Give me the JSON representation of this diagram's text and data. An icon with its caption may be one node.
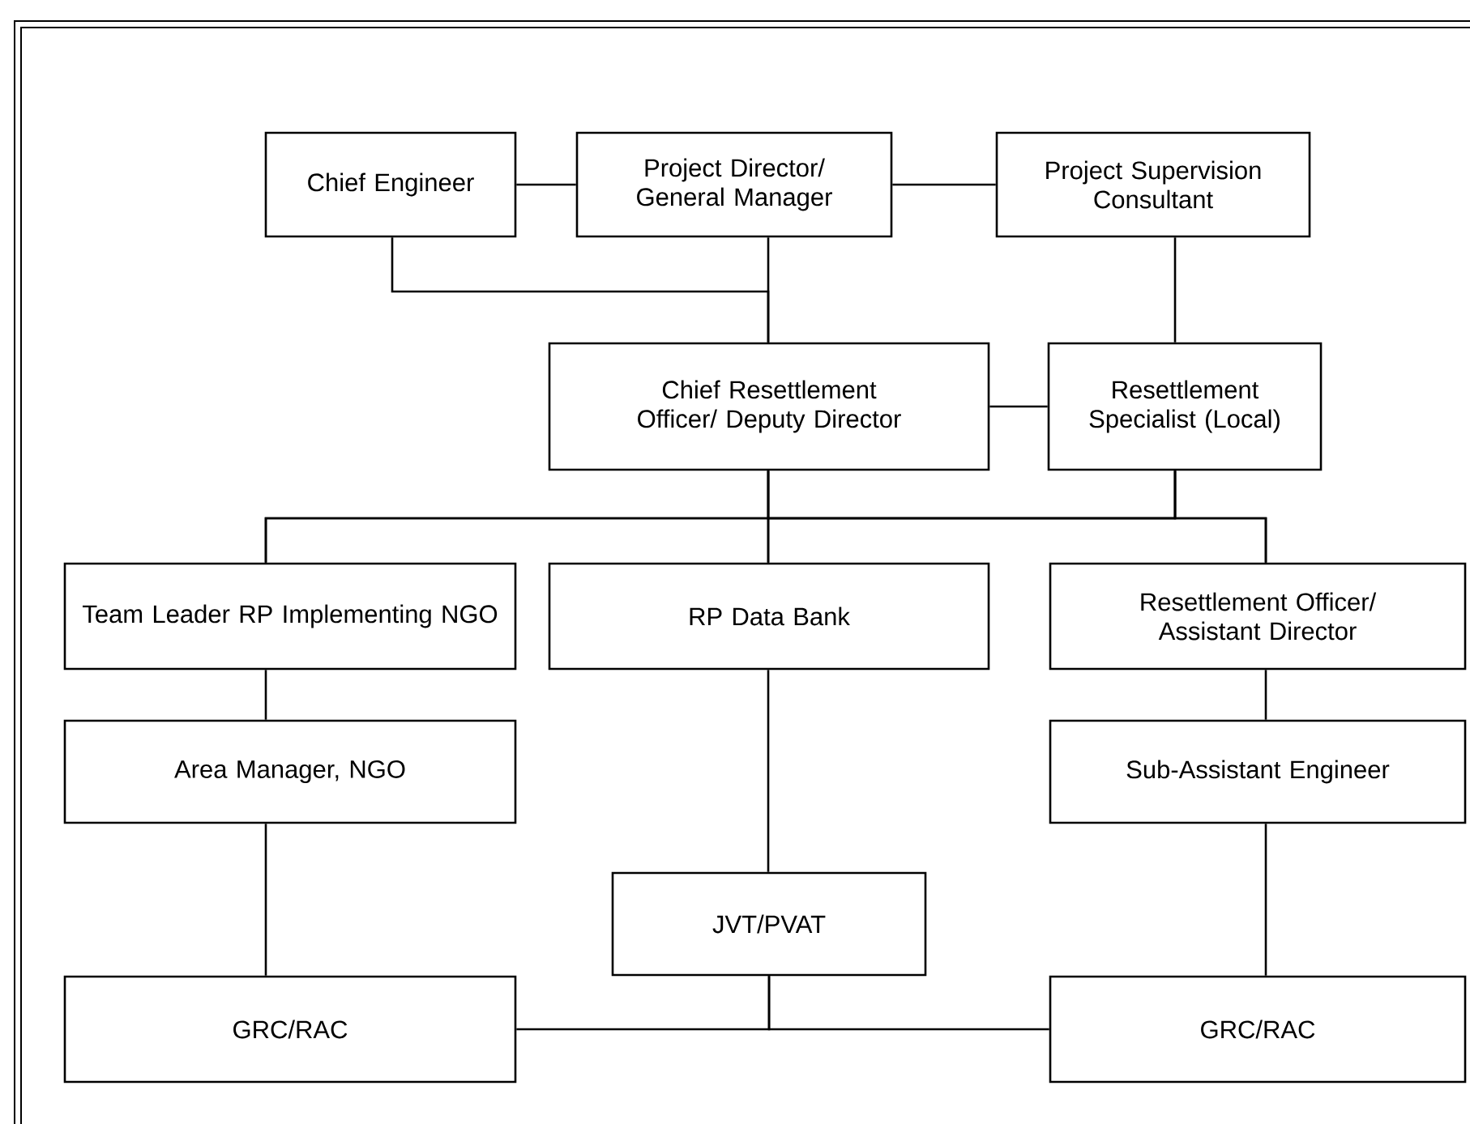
{
  "diagram": {
    "nodes": [
      {
        "text": [
          "Chief Engineer"
        ]
      },
      {
        "text": [
          "Project Director/ General Manager"
        ]
      },
      {
        "text": [
          "Project Supervision Consultant"
        ]
      },
      {
        "text": [
          "Chief Resettlement Officer/ Deputy Director"
        ]
      },
      {
        "text": [
          "Resettlement Specialist (Local)"
        ]
      },
      {
        "text": [
          "Team Leader RP Implementing NGO"
        ]
      },
      {
        "text": [
          "RP Data Bank"
        ]
      },
      {
        "text": [
          "Resettlement Officer/ Assistant Director"
        ]
      },
      {
        "text": [
          "Area Manager, NGO"
        ]
      },
      {
        "text": [
          "Sub-Assistant Engineer"
        ]
      },
      {
        "text": [
          "JVT/PVAT"
        ]
      },
      {
        "text": [
          "GRC/RAC"
        ]
      },
      {
        "text": [
          "GRC/RAC"
        ]
      }
    ],
    "edges": [
      {
        "from": 0,
        "to": 1,
        "arrow": "none"
      },
      {
        "from": 1,
        "to": 2,
        "arrow": "none"
      },
      {
        "from": 0,
        "to": 3,
        "arrow": "none"
      },
      {
        "from": 1,
        "to": 3,
        "arrow": "none"
      },
      {
        "from": 2,
        "to": 4,
        "arrow": "none"
      },
      {
        "from": 3,
        "to": 4,
        "arrow": "none"
      },
      {
        "from": 3,
        "to": 5,
        "arrow": "none"
      },
      {
        "from": 3,
        "to": 6,
        "arrow": "none"
      },
      {
        "from": 3,
        "to": 7,
        "arrow": "none"
      },
      {
        "from": 4,
        "to": 5,
        "arrow": "none"
      },
      {
        "from": 4,
        "to": 6,
        "arrow": "none"
      },
      {
        "from": 4,
        "to": 7,
        "arrow": "none"
      },
      {
        "from": 5,
        "to": 8,
        "arrow": "none"
      },
      {
        "from": 6,
        "to": 10,
        "arrow": "none"
      },
      {
        "from": 7,
        "to": 9,
        "arrow": "none"
      },
      {
        "from": 8,
        "to": 11,
        "arrow": "none"
      },
      {
        "from": 9,
        "to": 12,
        "arrow": "none"
      },
      {
        "from": 10,
        "to": 11,
        "arrow": "none"
      },
      {
        "from": 10,
        "to": 12,
        "arrow": "none"
      }
    ]
  }
}
